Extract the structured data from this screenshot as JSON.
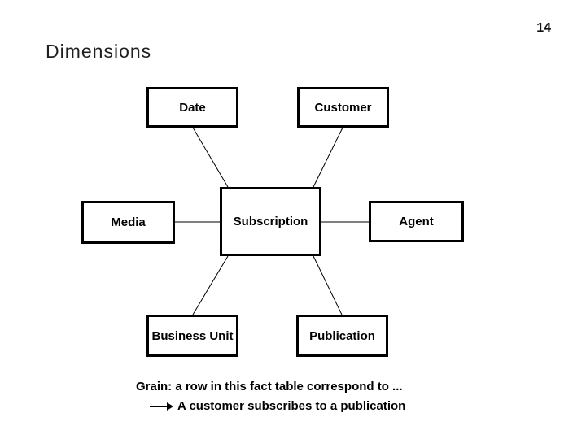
{
  "slide": {
    "title": "Dimensions",
    "page_number": "14",
    "background_color": "#ffffff",
    "text_color": "#000000",
    "box_border_color": "#000000"
  },
  "diagram": {
    "center": "Subscription",
    "nodes": {
      "date": {
        "label": "Date"
      },
      "customer": {
        "label": "Customer"
      },
      "media": {
        "label": "Media"
      },
      "subscription": {
        "label": "Subscription"
      },
      "agent": {
        "label": "Agent"
      },
      "business_unit": {
        "label": "Business Unit"
      },
      "publication": {
        "label": "Publication"
      }
    },
    "connections": [
      {
        "from": "Date",
        "to": "Subscription"
      },
      {
        "from": "Customer",
        "to": "Subscription"
      },
      {
        "from": "Media",
        "to": "Subscription"
      },
      {
        "from": "Agent",
        "to": "Subscription"
      },
      {
        "from": "Business Unit",
        "to": "Subscription"
      },
      {
        "from": "Publication",
        "to": "Subscription"
      }
    ]
  },
  "note": {
    "line1": "Grain: a row in this fact table correspond to ...",
    "line2": "A customer subscribes to a publication",
    "arrow_icon": "right-arrow"
  }
}
